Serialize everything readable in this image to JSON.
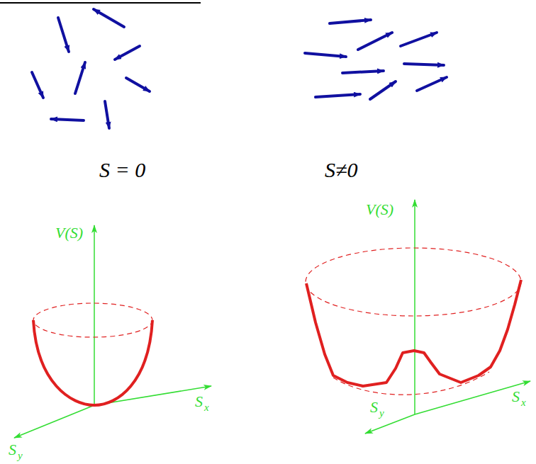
{
  "diagram": {
    "labels": [
      "S = 0",
      "S≠0",
      "V(S)",
      "S",
      "x",
      "S",
      "y",
      "V(S)",
      "S",
      "y",
      "S",
      "x"
    ]
  }
}
